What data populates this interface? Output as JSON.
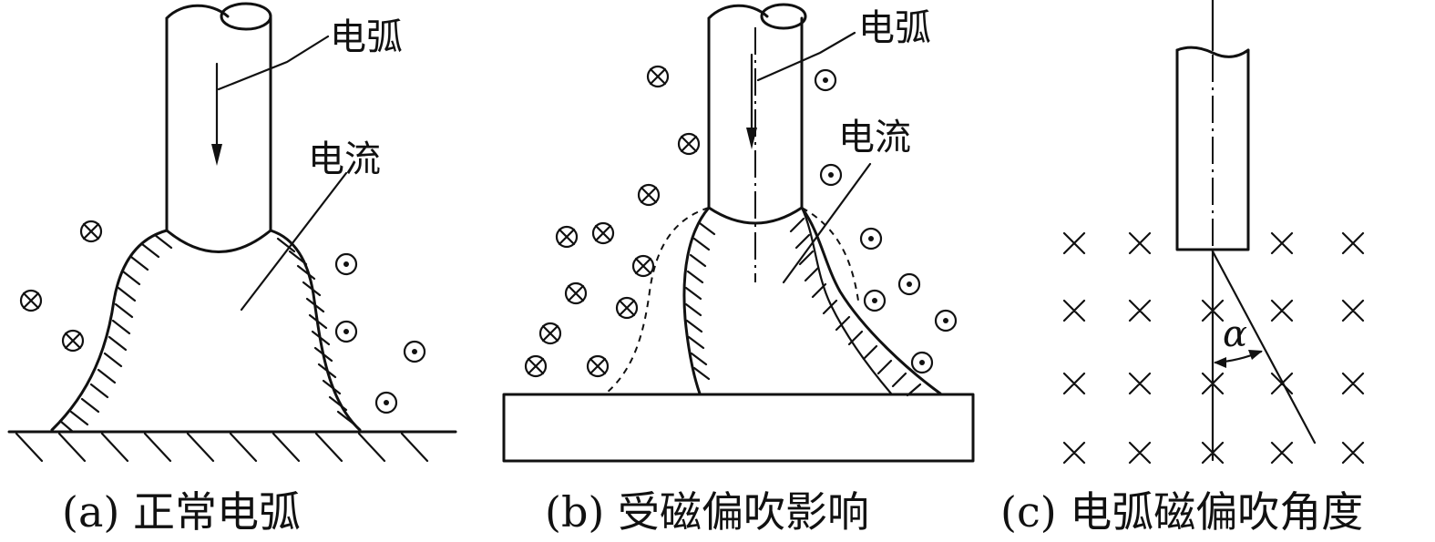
{
  "panel_a": {
    "caption": "(a) 正常电弧",
    "label_arc": "电弧",
    "label_current": "电流",
    "field_in_symbol": "⊗",
    "field_out_symbol": "⊙"
  },
  "panel_b": {
    "caption": "(b) 受磁偏吹影响",
    "label_arc": "电弧",
    "label_current": "电流",
    "field_in_symbol": "⊗",
    "field_out_symbol": "⊙"
  },
  "panel_c": {
    "caption": "(c) 电弧磁偏吹角度",
    "angle_label": "α",
    "field_symbol": "×"
  },
  "colors": {
    "ink": "#111111",
    "background": "#ffffff"
  }
}
